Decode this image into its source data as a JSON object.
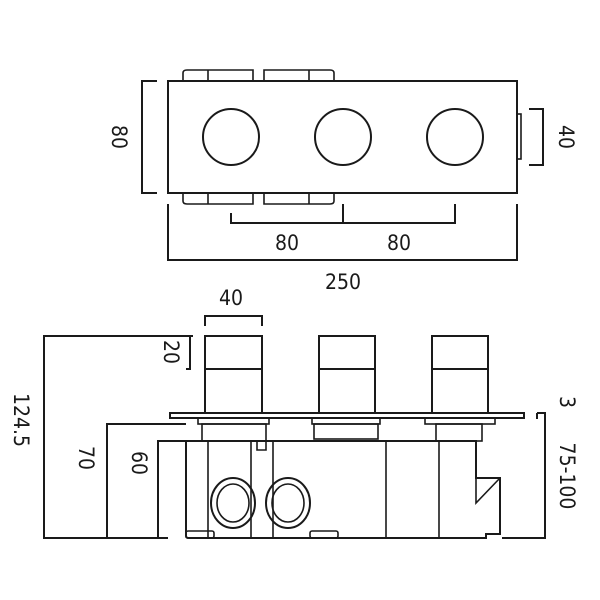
{
  "top_view": {
    "height_dim": "80",
    "nub_dim": "40",
    "spacing_dim_1": "80",
    "spacing_dim_2": "80",
    "width_dim": "250"
  },
  "side_view": {
    "knob_width_dim": "40",
    "knob_cap_dim": "20",
    "overall_depth_dim": "124.5",
    "body_depth_1_dim": "70",
    "body_depth_2_dim": "60",
    "plate_thickness_dim": "3",
    "wall_depth_range_dim": "75-100"
  },
  "colors": {
    "line": "#1a1a1a",
    "background": "#ffffff"
  }
}
